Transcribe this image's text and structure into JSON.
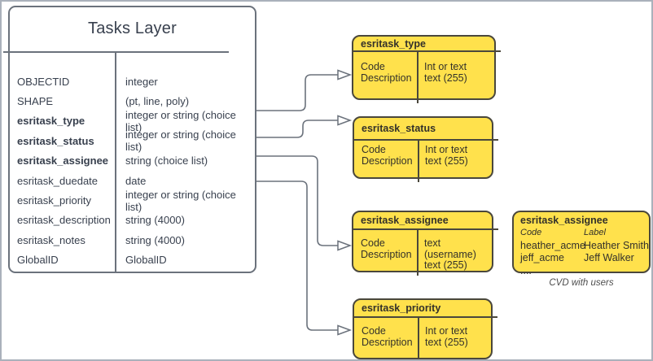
{
  "tasks_layer": {
    "title": "Tasks Layer",
    "fields": [
      {
        "name": "OBJECTID",
        "type": "integer"
      },
      {
        "name": "SHAPE",
        "type": "(pt, line, poly)"
      },
      {
        "name": "esritask_type",
        "type": "integer or string (choice list)"
      },
      {
        "name": "esritask_status",
        "type": "integer or string (choice list)"
      },
      {
        "name": "esritask_assignee",
        "type": "string (choice list)"
      },
      {
        "name": "esritask_duedate",
        "type": "date"
      },
      {
        "name": "esritask_priority",
        "type": "integer or string (choice list)"
      },
      {
        "name": "esritask_description",
        "type": "string (4000)"
      },
      {
        "name": "esritask_notes",
        "type": "string (4000)"
      },
      {
        "name": "GlobalID",
        "type": "GlobalID"
      }
    ]
  },
  "choice_lists": [
    {
      "title": "esritask_type",
      "fields": [
        "Code",
        "Description"
      ],
      "types": [
        "Int or text",
        "text (255)"
      ]
    },
    {
      "title": "esritask_status",
      "fields": [
        "Code",
        "Description"
      ],
      "types": [
        "Int or text",
        "text (255)"
      ]
    },
    {
      "title": "esritask_assignee",
      "fields": [
        "Code",
        "Description"
      ],
      "types": [
        "text  (username)",
        "text (255)"
      ]
    },
    {
      "title": "esritask_priority",
      "fields": [
        "Code",
        "Description"
      ],
      "types": [
        "Int or text",
        "text (255)"
      ]
    }
  ],
  "cvd_box": {
    "title": "esritask_assignee",
    "columns": [
      "Code",
      "Label"
    ],
    "users": [
      {
        "code": "heather_acme",
        "label": "Heather Smith"
      },
      {
        "code": "jeff_acme",
        "label": "Jeff Walker"
      }
    ],
    "more": "....",
    "caption": "CVD with users"
  },
  "colors": {
    "box_fill": "#FFE14C",
    "box_border": "#4a473c",
    "connector": "#6b727c",
    "table_text": "#38404e",
    "frame_border": "#aab1bb"
  }
}
